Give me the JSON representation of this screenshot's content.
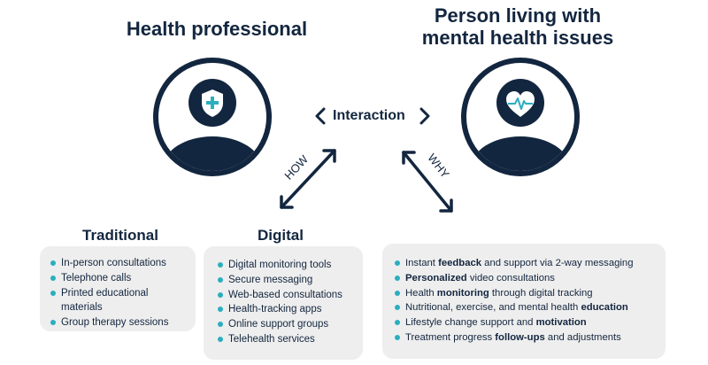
{
  "left_title": "Health professional",
  "right_title": "Person living with mental health issues",
  "interaction_label": "Interaction",
  "how_label": "HOW",
  "why_label": "WHY",
  "traditional": {
    "title": "Traditional",
    "items": [
      "In-person consultations",
      "Telephone calls",
      "Printed educational materials",
      "Group therapy sessions"
    ]
  },
  "digital": {
    "title": "Digital",
    "items": [
      "Digital monitoring tools",
      "Secure messaging",
      "Web-based consultations",
      "Health-tracking apps",
      "Online support groups",
      "Telehealth services"
    ]
  },
  "why_items": [
    {
      "before": "Instant ",
      "bold": "feedback",
      "after": " and support via 2-way messaging"
    },
    {
      "before": "",
      "bold": "Personalized",
      "after": " video consultations"
    },
    {
      "before": "Health ",
      "bold": "monitoring",
      "after": " through digital tracking"
    },
    {
      "before": "Nutritional, exercise, and mental health ",
      "bold": "education",
      "after": ""
    },
    {
      "before": "Lifestyle change support and ",
      "bold": "motivation",
      "after": ""
    },
    {
      "before": "Treatment progress ",
      "bold": "follow-ups",
      "after": " and adjustments"
    }
  ],
  "colors": {
    "navy": "#13263f",
    "accent": "#2aaec0",
    "box": "#eeeeee"
  },
  "icons": {
    "left": "shield-cross-icon",
    "right": "heart-pulse-icon"
  }
}
